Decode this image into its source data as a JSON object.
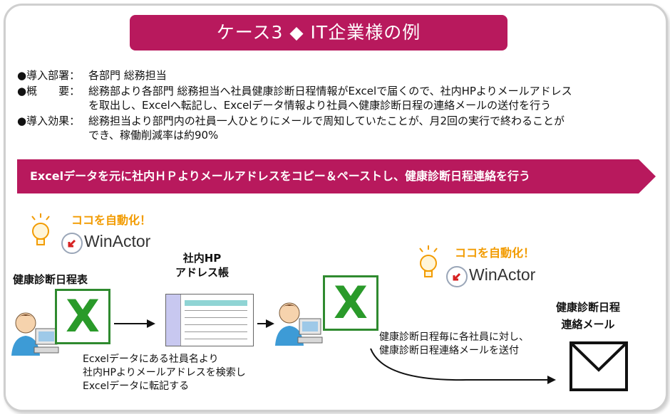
{
  "title": "ケース3 ◆ IT企業様の例",
  "info": [
    {
      "label": "●導入部署：",
      "lines": [
        "各部門 総務担当"
      ]
    },
    {
      "label": "●概　　要：",
      "lines": [
        "総務部より各部門 総務担当へ社員健康診断日程情報がExcelで届くので、社内HPよりメールアドレス",
        "を取出し、Excelへ転記し、Excelデータ情報より社員へ健康診断日程の連絡メールの送付を行う"
      ]
    },
    {
      "label": "●導入効果：",
      "lines": [
        "総務担当より部門内の社員一人ひとりにメールで周知していたことが、月2回の実行で終わることが",
        "でき、稼働削減率は約90%"
      ]
    }
  ],
  "banner": "Excelデータを元に社内ＨＰよりメールアドレスをコピー＆ペーストし、健康診断日程連絡を行う",
  "automate_label_1": "ココを自動化！",
  "automate_label_2": "ココを自動化！",
  "winactor_1": "WinActor",
  "winactor_2": "WinActor",
  "sheet_label": "健康診断日程表",
  "address_label": [
    "社内HP",
    "アドレス帳"
  ],
  "mail_label": [
    "健康診断日程",
    "連絡メール"
  ],
  "step1_note": [
    "Ecxelデータにある社員名より",
    "社内HPよりメールアドレスを検索し",
    "Excelデータに転記する"
  ],
  "step2_note": [
    "健康診断日程毎に各社員に対し、",
    "健康診断日程連絡メールを送付"
  ],
  "excel_icon_letter": "X",
  "colors": {
    "title_bg": "#b8195d",
    "banner_bg": "#b8195d",
    "accent_orange": "#f29b00",
    "excel_green": "#2a9a2a"
  }
}
